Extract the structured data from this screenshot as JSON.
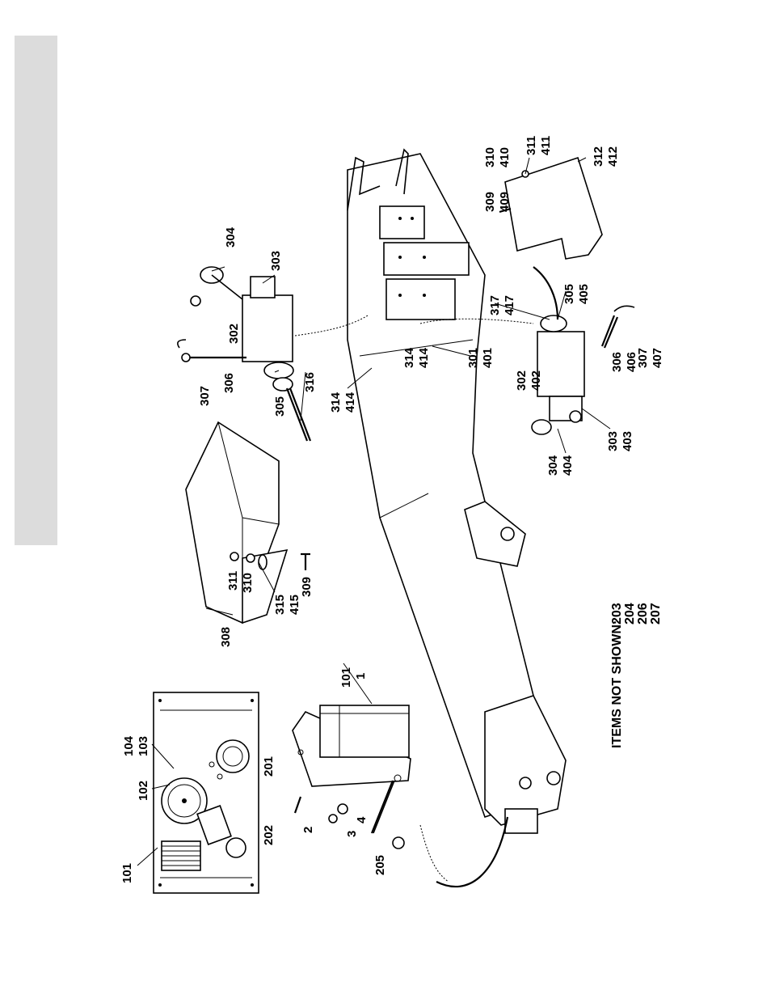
{
  "callouts": {
    "c101a": "101",
    "c102": "102",
    "c103": "103",
    "c104": "104",
    "c201": "201",
    "c202": "202",
    "c205": "205",
    "c2": "2",
    "c3": "3",
    "c4": "4",
    "c101b": "101",
    "c1": "1",
    "c308": "308",
    "c311a": "311",
    "c310a": "310",
    "c315": "315",
    "c415": "415",
    "c309a": "309",
    "c307a": "307",
    "c306a": "306",
    "c302a": "302",
    "c304a": "304",
    "c303a": "303",
    "c305a": "305",
    "c316": "316",
    "c314a": "314",
    "c414a": "414",
    "c314b": "314",
    "c414b": "414",
    "c301": "301",
    "c401": "401",
    "c317": "317",
    "c417": "417",
    "c305b": "305",
    "c405": "405",
    "c302b": "302",
    "c402": "402",
    "c303b": "303",
    "c403": "403",
    "c304b": "304",
    "c404": "404",
    "c306b": "306",
    "c406": "406",
    "c307b": "307",
    "c407": "407",
    "c309b": "309",
    "c409": "409",
    "c310b": "310",
    "c410": "410",
    "c311b": "311",
    "c411": "411",
    "c312": "312",
    "c412": "412"
  },
  "not_shown": {
    "label": "ITEMS NOT SHOWN:",
    "items": [
      "203",
      "204",
      "206",
      "207"
    ]
  },
  "colors": {
    "side_tab": "#dcdcdc",
    "line": "#000000"
  }
}
